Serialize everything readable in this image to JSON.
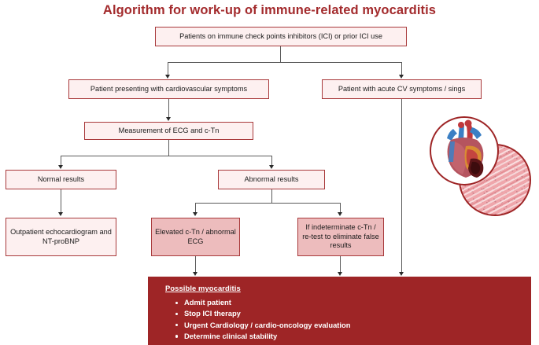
{
  "title": "Algorithm for work-up of immune-related myocarditis",
  "colors": {
    "title": "#a32b2d",
    "box_border": "#a8393b",
    "box_fill_light": "#fdf0f0",
    "box_fill_mid": "#edbcbd",
    "final_fill": "#9e2526",
    "connector": "#5b5b5b"
  },
  "nodes": {
    "root": "Patients on immune check points inhibitors (ICI) or prior ICI use",
    "cv_symptoms": "Patient presenting with cardiovascular symptoms",
    "acute_cv": "Patient with acute CV symptoms / sings",
    "measurement": "Measurement of ECG and c-Tn",
    "normal_results": "Normal results",
    "abnormal_results": "Abnormal results",
    "outpatient": "Outpatient echocardiogram and NT-proBNP",
    "elevated": "Elevated c-Tn / abnormal ECG",
    "indeterminate": "If indeterminate c-Tn / re-test to eliminate false results"
  },
  "final": {
    "heading": "Possible myocarditis",
    "items": [
      "Admit patient",
      "Stop ICI therapy",
      "Urgent Cardiology / cardio-oncology evaluation",
      "Determine clinical stability"
    ]
  },
  "imagery": {
    "heart_label": "heart-anatomy-illustration",
    "histology_label": "myocardium-histology-slide"
  }
}
